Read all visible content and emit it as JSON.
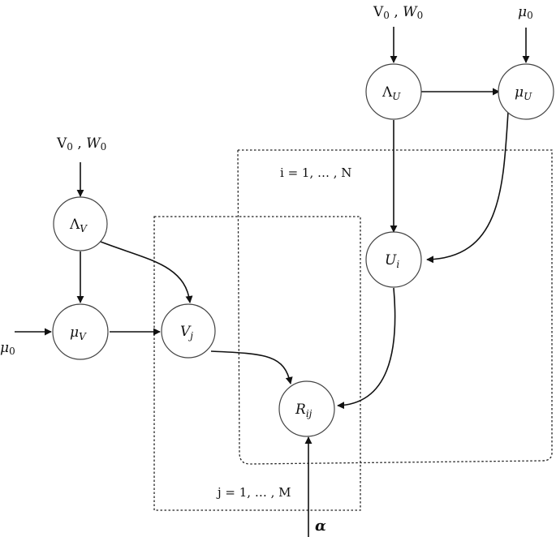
{
  "nodes": {
    "lambda_u": {
      "symbol": "Λ",
      "subscript": "U"
    },
    "mu_u": {
      "symbol": "μ",
      "subscript": "U"
    },
    "lambda_v": {
      "symbol": "Λ",
      "subscript": "V"
    },
    "mu_v": {
      "symbol": "μ",
      "subscript": "V"
    },
    "u_i": {
      "symbol": "U",
      "subscript": "i"
    },
    "v_j": {
      "symbol": "V",
      "subscript": "j"
    },
    "r_ij": {
      "symbol": "R",
      "subscript": "ij"
    }
  },
  "inputs": {
    "v0_w0_top": {
      "v": "V",
      "v_sub": "0",
      "sep": " , ",
      "w": "W",
      "w_sub": "0"
    },
    "mu0_top": {
      "symbol": "μ",
      "subscript": "0"
    },
    "v0_w0_left": {
      "v": "V",
      "v_sub": "0",
      "sep": " , ",
      "w": "W",
      "w_sub": "0"
    },
    "mu0_left": {
      "symbol": "μ",
      "subscript": "0"
    },
    "alpha": {
      "symbol": "α"
    }
  },
  "plates": {
    "users": {
      "label": "i = 1, … , N"
    },
    "items": {
      "label": "j = 1, … , M"
    }
  }
}
